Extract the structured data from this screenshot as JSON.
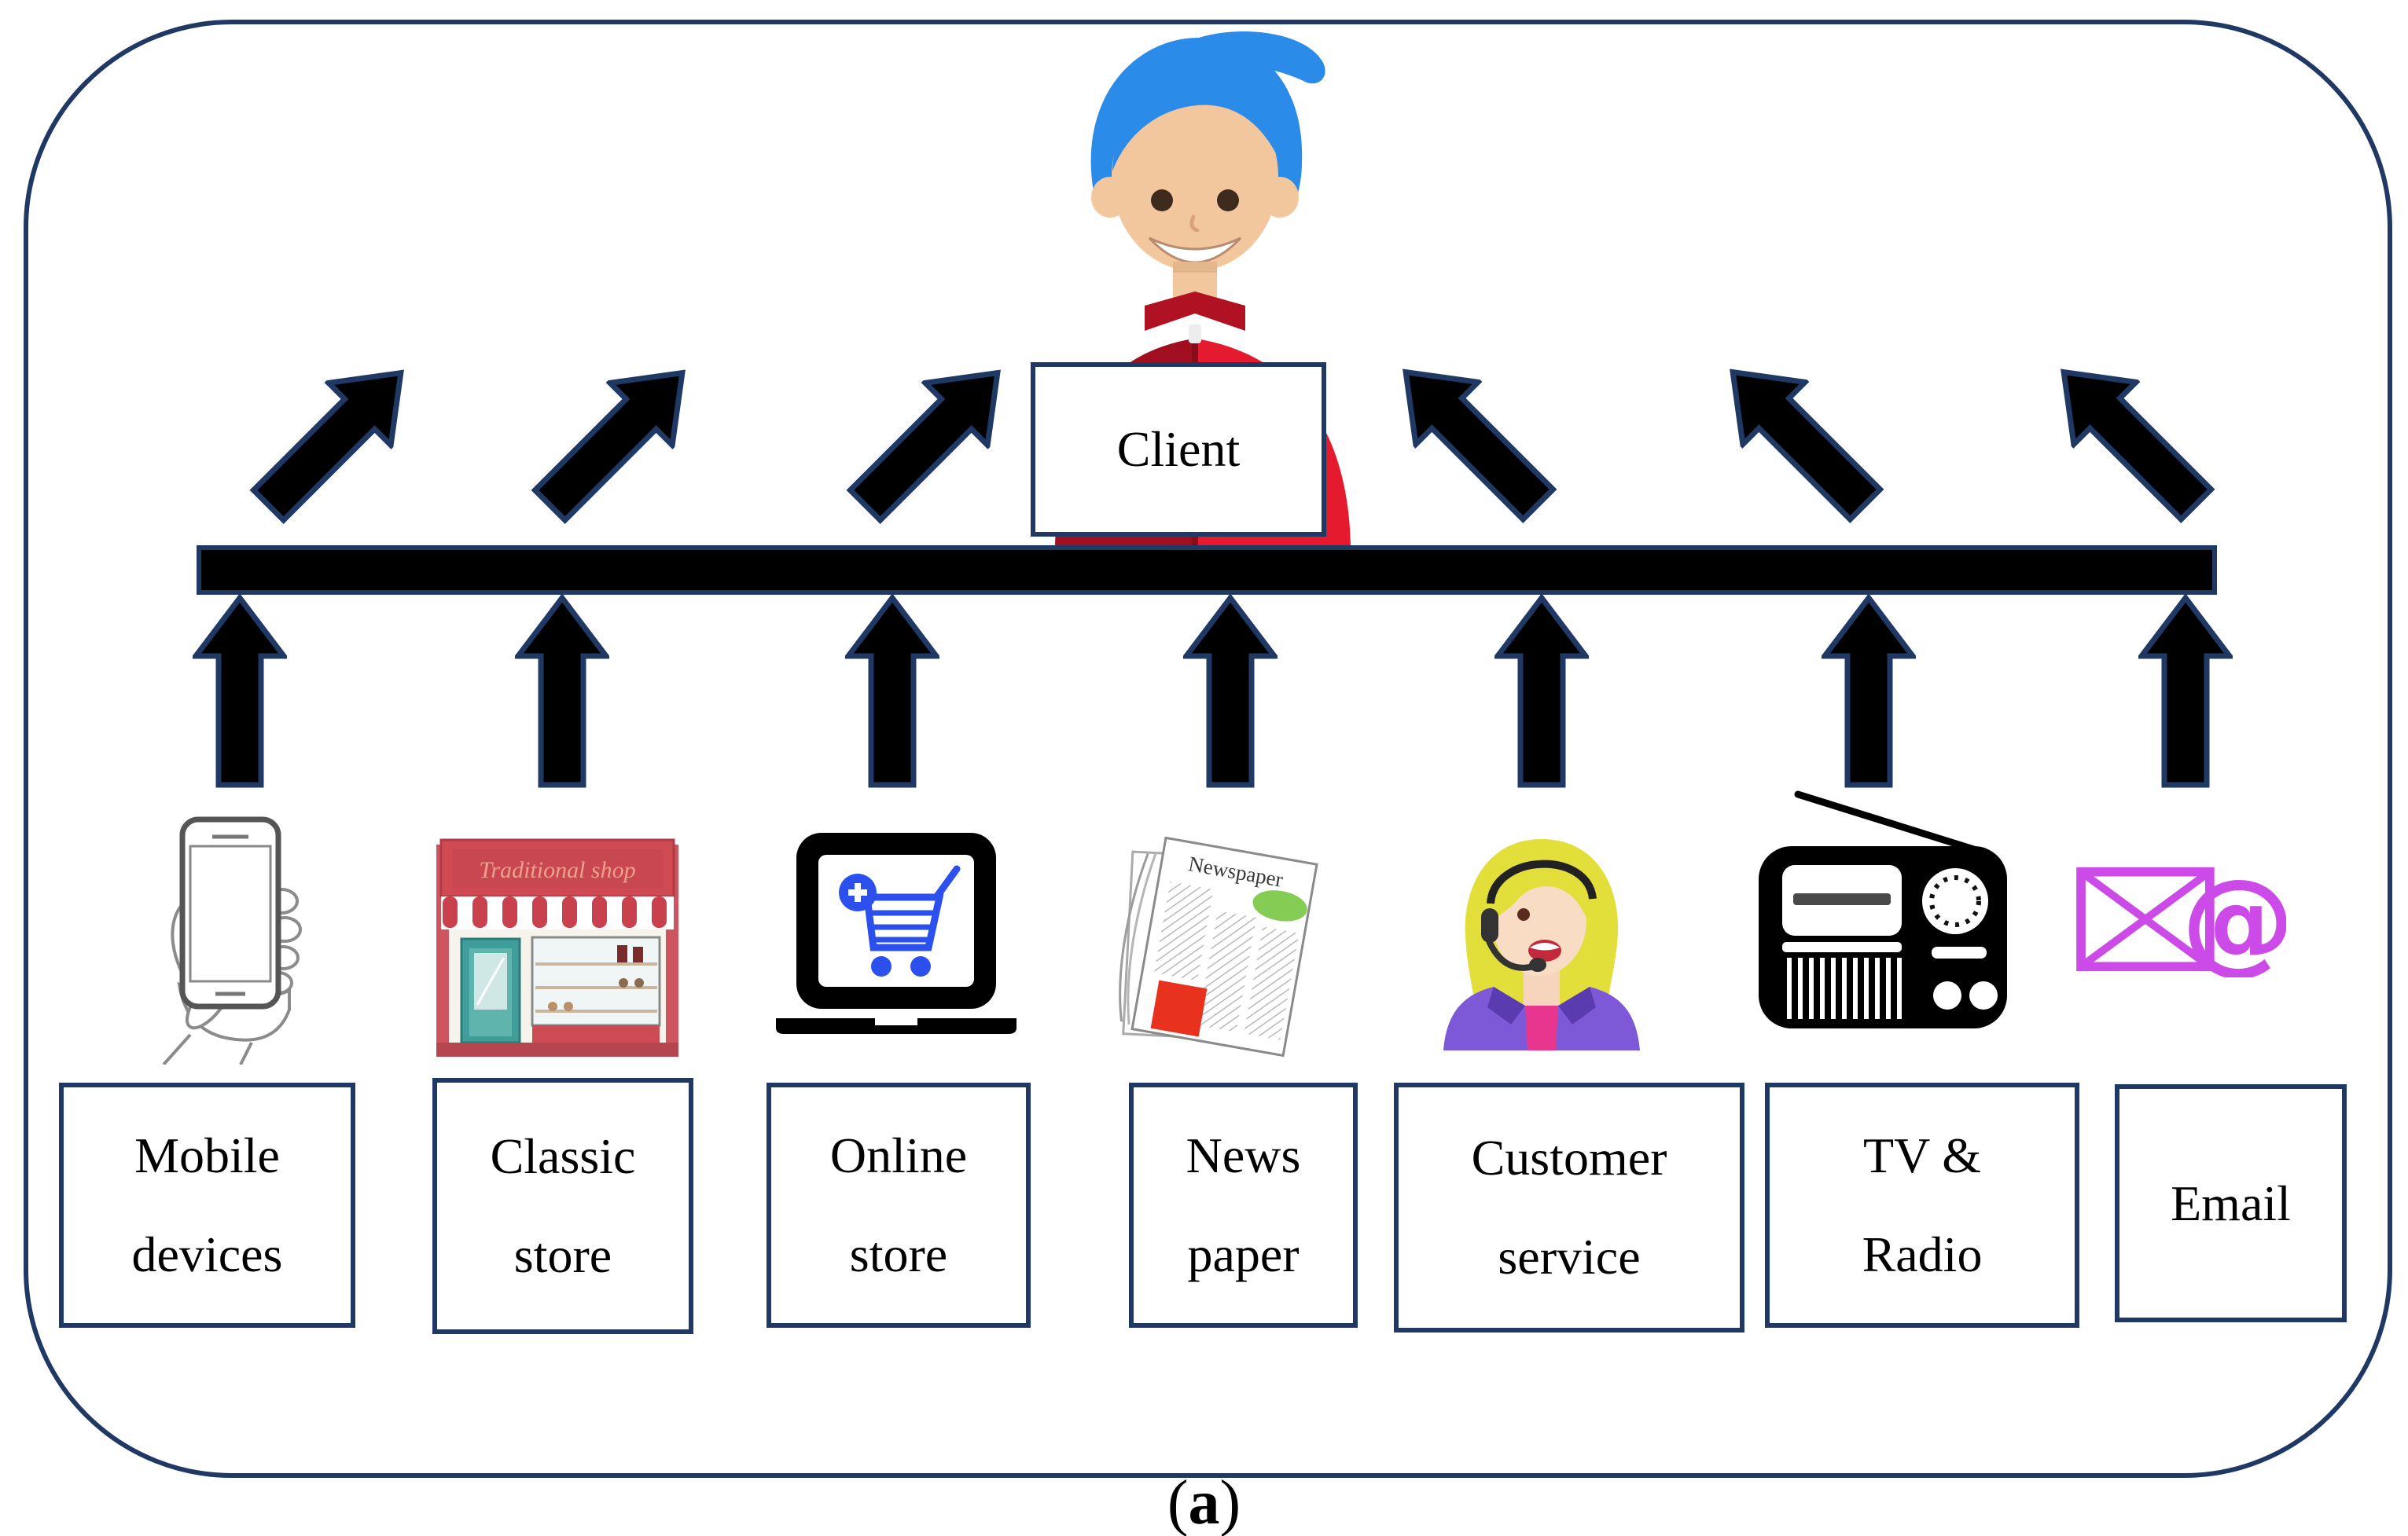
{
  "figure": {
    "caption": {
      "open": "(",
      "letter": "a",
      "close": ")"
    }
  },
  "client_box": {
    "label": "Client"
  },
  "channels": [
    {
      "id": "mobile-devices",
      "lines": [
        "Mobile",
        "devices"
      ]
    },
    {
      "id": "classic-store",
      "lines": [
        "Classic",
        "store"
      ],
      "sign_text": "Traditional shop"
    },
    {
      "id": "online-store",
      "lines": [
        "Online",
        "store"
      ]
    },
    {
      "id": "news-paper",
      "lines": [
        "News",
        "paper"
      ],
      "newspaper_title": "Newspaper"
    },
    {
      "id": "customer-service",
      "lines": [
        "Customer",
        "service"
      ]
    },
    {
      "id": "tv-radio",
      "lines": [
        "TV &",
        "Radio"
      ]
    },
    {
      "id": "email",
      "lines": [
        "Email"
      ]
    }
  ],
  "colors": {
    "outline_navy": "#1F3864",
    "arrow_black": "#000000",
    "hair_blue": "#2B8BE8",
    "jacket_red": "#E51A2E",
    "jacket_dark_red": "#A00E20",
    "store_red": "#D04A54",
    "store_teal": "#3F9E99",
    "cart_blue": "#2B50ED",
    "newspaper_green": "#85CC55",
    "newspaper_red": "#E8321E",
    "agent_hair_yellow": "#E2DF3B",
    "agent_jacket_purple": "#7D59D8",
    "agent_shirt_pink": "#E8368F",
    "email_magenta": "#CC4BE8"
  }
}
